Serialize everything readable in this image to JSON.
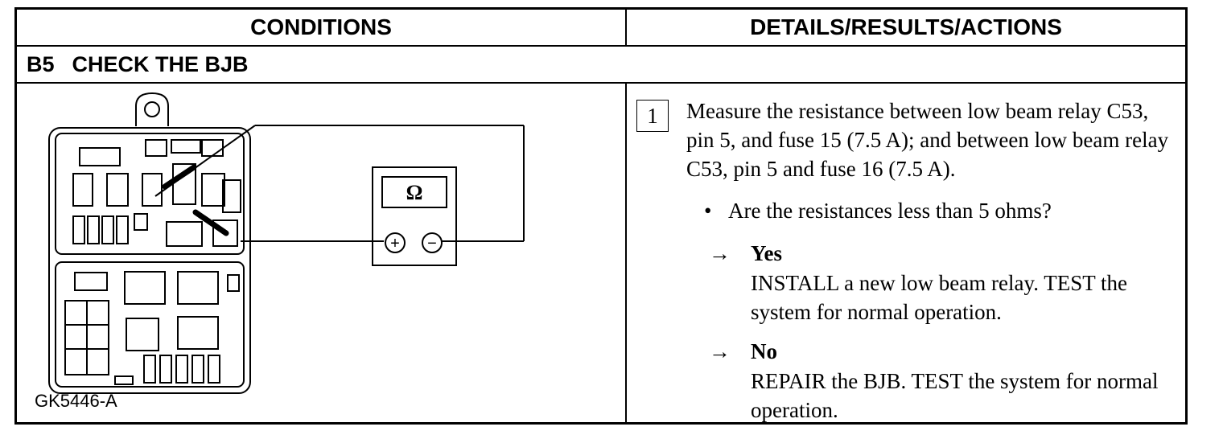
{
  "header": {
    "conditions": "CONDITIONS",
    "details": "DETAILS/RESULTS/ACTIONS"
  },
  "step": {
    "id": "B5",
    "title": "CHECK THE BJB"
  },
  "figure": {
    "id": "GK5446-A",
    "meter_symbol": "Ω",
    "plus": "+",
    "minus": "−"
  },
  "details": {
    "number": "1",
    "measure": "Measure the resistance between low beam relay C53, pin 5, and fuse 15 (7.5 A); and between low beam relay C53, pin 5 and fuse 16 (7.5 A).",
    "bullet": "•",
    "question": "Are the resistances less than 5 ohms?",
    "arrow": "→",
    "yes_label": "Yes",
    "yes_action": "INSTALL a new low beam relay. TEST the system for normal operation.",
    "no_label": "No",
    "no_action": "REPAIR the BJB. TEST the system for normal operation."
  }
}
